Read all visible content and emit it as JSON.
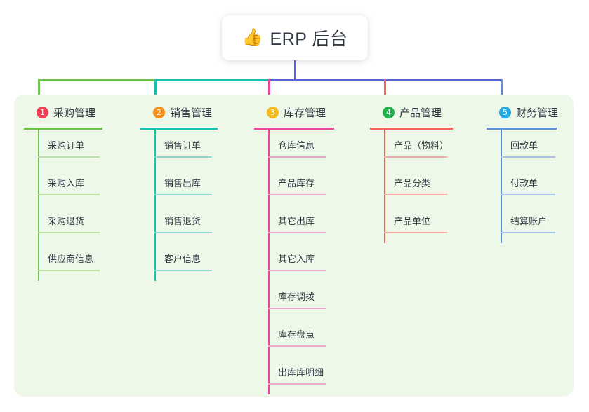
{
  "root": {
    "icon": "thumbs-up-emoji",
    "emoji": "👍",
    "title": "ERP 后台"
  },
  "palette": {
    "panel_bg": "#eef8e9",
    "trunk": "#5b62d6",
    "branch_green": "#6cc24a",
    "branch_teal": "#17c0ad",
    "branch_blue": "#5b62d6",
    "drop_green": "#6cc24a",
    "drop_teal": "#17c0ad",
    "drop_pink": "#e8489a",
    "drop_red": "#f4605a",
    "drop_blue": "#5b8fd6",
    "text": "#2f3742"
  },
  "columns": [
    {
      "number": "1",
      "title": "采购管理",
      "badge_color": "#ef4056",
      "line_color": "#6cc24a",
      "rule_color": "#b8dfa4",
      "items": [
        {
          "label": "采购订单"
        },
        {
          "label": "采购入库"
        },
        {
          "label": "采购退货"
        },
        {
          "label": "供应商信息"
        }
      ]
    },
    {
      "number": "2",
      "title": "销售管理",
      "badge_color": "#f5901e",
      "line_color": "#17c0ad",
      "rule_color": "#8fd9d0",
      "items": [
        {
          "label": "销售订单"
        },
        {
          "label": "销售出库"
        },
        {
          "label": "销售退货"
        },
        {
          "label": "客户信息"
        }
      ]
    },
    {
      "number": "3",
      "title": "库存管理",
      "badge_color": "#f5bb1e",
      "line_color": "#e8489a",
      "rule_color": "#efa9cd",
      "items": [
        {
          "label": "仓库信息"
        },
        {
          "label": "产品库存"
        },
        {
          "label": "其它出库"
        },
        {
          "label": "其它入库"
        },
        {
          "label": "库存调拨"
        },
        {
          "label": "库存盘点"
        },
        {
          "label": "出库库明细"
        }
      ]
    },
    {
      "number": "4",
      "title": "产品管理",
      "badge_color": "#22b14c",
      "line_color": "#f4605a",
      "rule_color": "#f9a9a5",
      "items": [
        {
          "label": "产品（物料）"
        },
        {
          "label": "产品分类"
        },
        {
          "label": "产品单位"
        }
      ]
    },
    {
      "number": "5",
      "title": "财务管理",
      "badge_color": "#27aae1",
      "line_color": "#5b8fd6",
      "rule_color": "#a8c2e8",
      "items": [
        {
          "label": "回款单"
        },
        {
          "label": "付款单"
        },
        {
          "label": "结算账户"
        }
      ]
    }
  ]
}
